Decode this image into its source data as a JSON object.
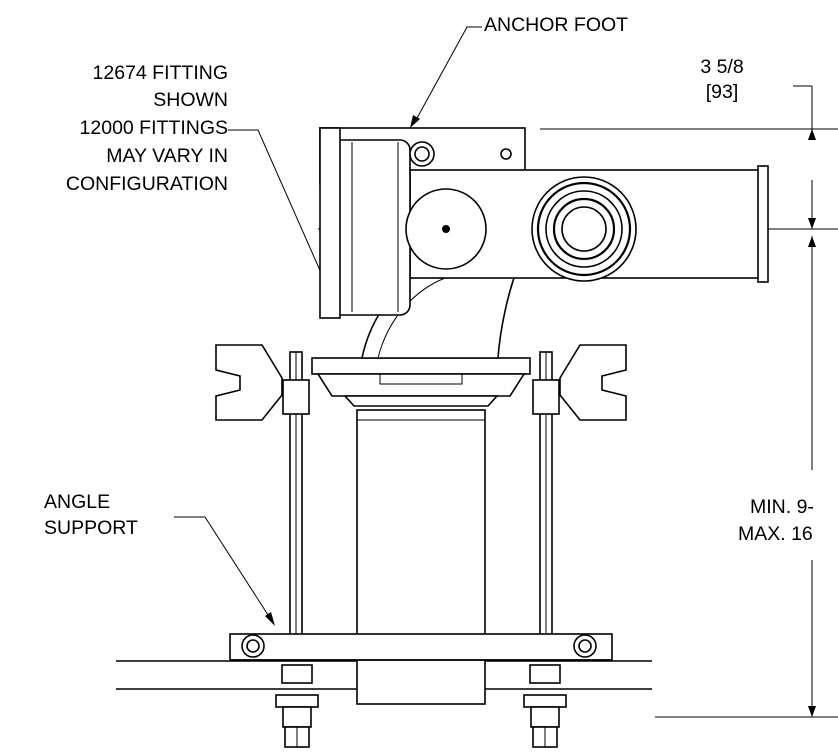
{
  "labels": {
    "anchor_foot": "ANCHOR FOOT",
    "fitting": [
      "12674 FITTING",
      "SHOWN",
      "12000 FITTINGS",
      "MAY VARY IN",
      "CONFIGURATION"
    ],
    "angle_support": [
      "ANGLE",
      "SUPPORT"
    ],
    "dim_top": [
      "3 5/8",
      "[93]"
    ],
    "dim_height": [
      "MIN. 9-",
      "MAX. 16"
    ]
  }
}
